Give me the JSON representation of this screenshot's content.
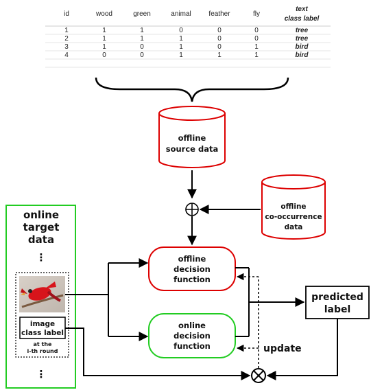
{
  "table": {
    "headers": [
      "id",
      "wood",
      "green",
      "animal",
      "feather",
      "fly"
    ],
    "label_header": [
      "text",
      "class label"
    ],
    "rows": [
      {
        "cells": [
          "1",
          "1",
          "1",
          "0",
          "0",
          "0"
        ],
        "label": "tree"
      },
      {
        "cells": [
          "2",
          "1",
          "1",
          "1",
          "0",
          "0"
        ],
        "label": "tree"
      },
      {
        "cells": [
          "3",
          "1",
          "0",
          "1",
          "0",
          "1"
        ],
        "label": "bird"
      },
      {
        "cells": [
          "4",
          "0",
          "0",
          "1",
          "1",
          "1"
        ],
        "label": "bird"
      }
    ]
  },
  "offline_source": [
    "offline",
    "source data"
  ],
  "offline_cooccurrence": [
    "offline",
    "co-occurrence",
    "data"
  ],
  "online_target": [
    "online",
    "target",
    "data"
  ],
  "image_class_label": [
    "image",
    "class label"
  ],
  "round_note": [
    "at the",
    "i-th round"
  ],
  "offline_decision": [
    "offline",
    "decision",
    "function"
  ],
  "online_decision": [
    "online",
    "decision",
    "function"
  ],
  "predicted": [
    "predicted",
    "label"
  ],
  "update_label": "update",
  "ellipsis": "⋮",
  "colors": {
    "offline": "#dd0000",
    "online": "#22cc22",
    "stroke": "#000000"
  }
}
